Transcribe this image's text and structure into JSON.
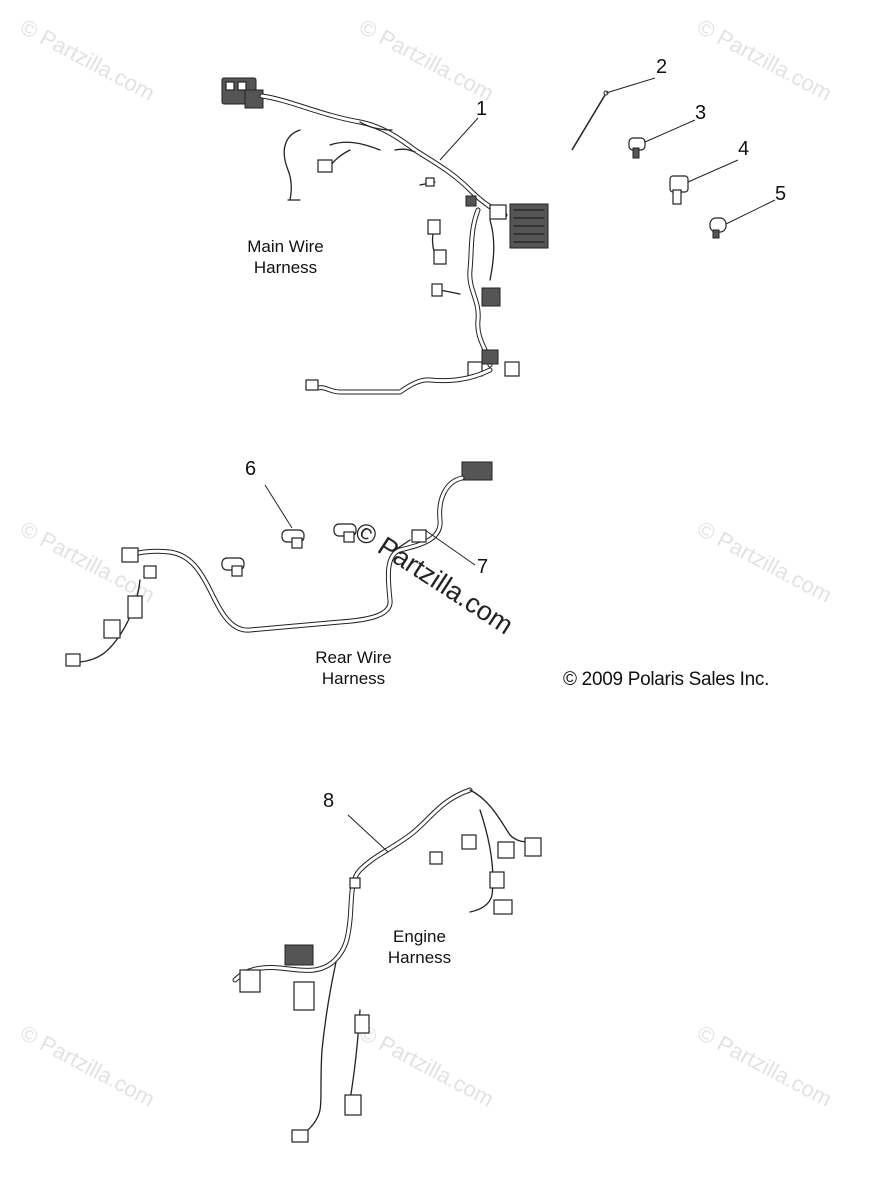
{
  "watermarks": [
    "© Partzilla.com",
    "© Partzilla.com",
    "© Partzilla.com",
    "© Partzilla.com",
    "© Partzilla.com",
    "© Partzilla.com",
    "© Partzilla.com",
    "© Partzilla.com"
  ],
  "center_watermark": "© Partzilla.com",
  "callouts": [
    "1",
    "2",
    "3",
    "4",
    "5",
    "6",
    "7",
    "8"
  ],
  "labels": {
    "main": [
      "Main Wire",
      "Harness"
    ],
    "rear": [
      "Rear Wire",
      "Harness"
    ],
    "engine": [
      "Engine",
      "Harness"
    ]
  },
  "copyright": "© 2009 Polaris Sales Inc."
}
